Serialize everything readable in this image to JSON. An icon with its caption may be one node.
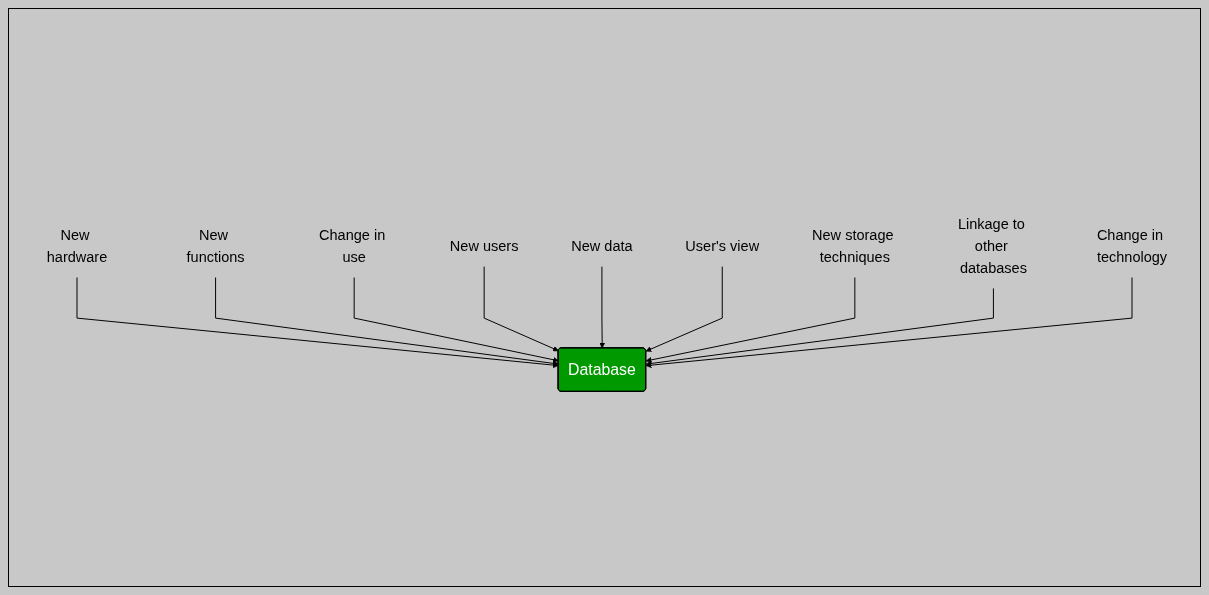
{
  "diagram": {
    "nodes": [
      {
        "text": [
          "New hardware"
        ]
      },
      {
        "text": [
          "New functions"
        ]
      },
      {
        "text": [
          "Change in use"
        ]
      },
      {
        "text": [
          "New users"
        ]
      },
      {
        "text": [
          "Database"
        ]
      },
      {
        "text": [
          "New data"
        ]
      },
      {
        "text": [
          "User's view"
        ]
      },
      {
        "text": [
          "New storage techniques"
        ]
      },
      {
        "text": [
          "Linkage to other databases"
        ]
      },
      {
        "text": [
          "Change in technology"
        ]
      }
    ],
    "edges": [
      {
        "from": 0,
        "to": 4,
        "arrow": "to"
      },
      {
        "from": 1,
        "to": 4,
        "arrow": "to"
      },
      {
        "from": 2,
        "to": 4,
        "arrow": "to"
      },
      {
        "from": 3,
        "to": 4,
        "arrow": "to"
      },
      {
        "from": 5,
        "to": 4,
        "arrow": "to"
      },
      {
        "from": 6,
        "to": 4,
        "arrow": "to"
      },
      {
        "from": 7,
        "to": 4,
        "arrow": "to"
      },
      {
        "from": 8,
        "to": 4,
        "arrow": "to"
      },
      {
        "from": 9,
        "to": 4,
        "arrow": "to"
      }
    ]
  }
}
